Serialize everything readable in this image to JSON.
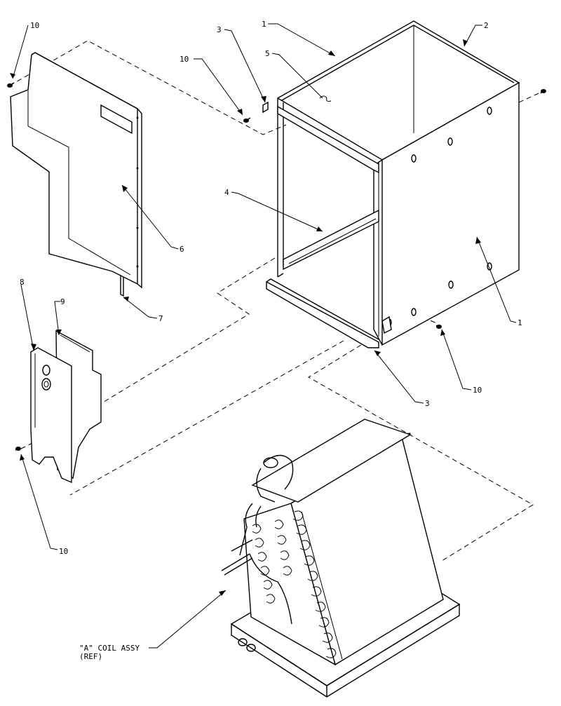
{
  "callouts": {
    "c1_top": "1",
    "c1_right": "1",
    "c2": "2",
    "c3_top": "3",
    "c3_bottom": "3",
    "c4": "4",
    "c5": "5",
    "c6": "6",
    "c7": "7",
    "c8": "8",
    "c9": "9",
    "c10_topleft": "10",
    "c10_top": "10",
    "c10_right": "10",
    "c10_bottom": "10"
  },
  "coil_label": {
    "line1": "\"A\" COIL ASSY",
    "line2": "(REF)"
  }
}
